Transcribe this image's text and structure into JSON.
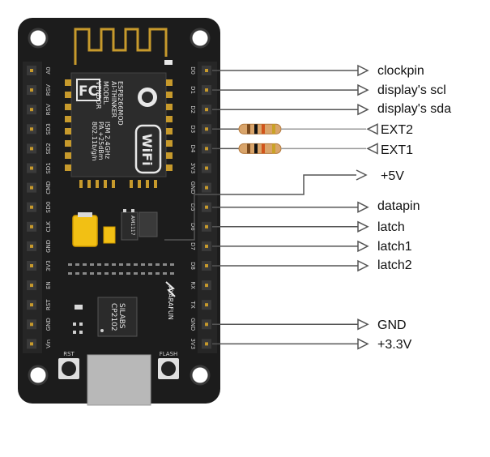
{
  "colors": {
    "pcb": "#1c1c1c",
    "header": "#2a2a2a",
    "gold": "#c79a2c",
    "wire": "#555555",
    "shield": "#d9d9d9",
    "usb": "#b8b8b8",
    "regulator": "#f2c014"
  },
  "board": {
    "vendor_text": [
      "MODEL",
      "VENDOR"
    ],
    "module_text": [
      "ESP8266MOD",
      "AI-THINKER",
      "ISM 2.4GHz",
      "PA +25dBm",
      "802.11b/g/n"
    ],
    "wifi_text": "WiFi",
    "fcc_text": "FC",
    "uart_chip_text": [
      "SILABS",
      "CP2102"
    ],
    "brand_text": "AYARAFUN",
    "ldo_text": "AM1117",
    "rst_button_label": "RST",
    "flash_button_label": "FLASH",
    "left_pins": [
      "A0",
      "RSV",
      "RSV",
      "SD3",
      "SD2",
      "SD1",
      "CMD",
      "SD0",
      "CLK",
      "GND",
      "3V3",
      "EN",
      "RST",
      "GND",
      "Vin"
    ],
    "right_pins": [
      "D0",
      "D1",
      "D2",
      "D3",
      "D4",
      "3V3",
      "GND",
      "D5",
      "D6",
      "D7",
      "D8",
      "RX",
      "TX",
      "GND",
      "3V3"
    ]
  },
  "connections": [
    {
      "pin": "D0",
      "label": "clockpin",
      "direction": "out"
    },
    {
      "pin": "D1",
      "label": "display's scl",
      "direction": "out"
    },
    {
      "pin": "D2",
      "label": "display's sda",
      "direction": "out"
    },
    {
      "pin": "D3",
      "label": "EXT2",
      "direction": "in",
      "resistor": true
    },
    {
      "pin": "D4",
      "label": "EXT1",
      "direction": "in",
      "resistor": true
    },
    {
      "pin": "Vin",
      "label": "+5V",
      "direction": "in"
    },
    {
      "pin": "D5",
      "label": "datapin",
      "direction": "out"
    },
    {
      "pin": "D6",
      "label": "latch",
      "direction": "out"
    },
    {
      "pin": "D7",
      "label": "latch1",
      "direction": "out"
    },
    {
      "pin": "D8",
      "label": "latch2",
      "direction": "out"
    },
    {
      "pin": "GND",
      "label": "GND",
      "direction": "out"
    },
    {
      "pin": "3V3",
      "label": "+3.3V",
      "direction": "out"
    }
  ]
}
